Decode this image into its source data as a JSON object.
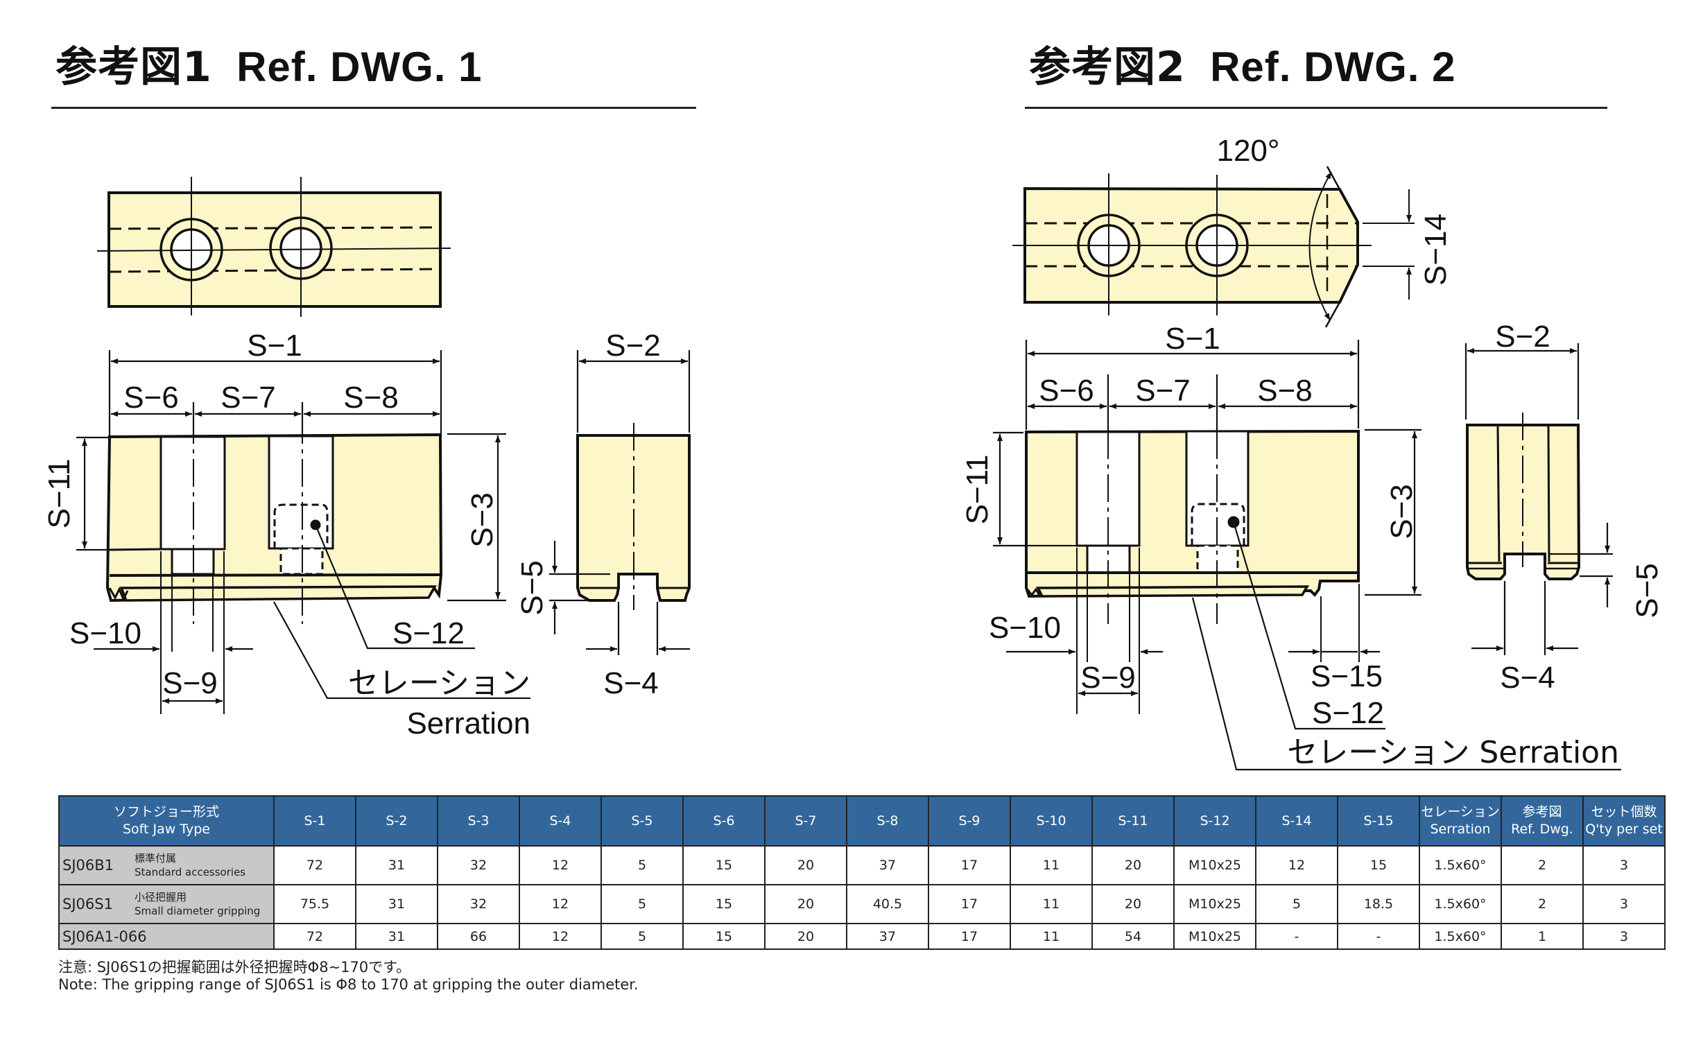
{
  "drawing1": {
    "title_ja": "参考図1",
    "title_en": "Ref. DWG. 1",
    "labels": {
      "s1": "S−1",
      "s2": "S−2",
      "s3": "S−3",
      "s4": "S−4",
      "s5": "S−5",
      "s6": "S−6",
      "s7": "S−7",
      "s8": "S−8",
      "s9": "S−9",
      "s10": "S−10",
      "s11": "S−11",
      "s12": "S−12",
      "serration_ja": "セレーション",
      "serration_en": "Serration"
    }
  },
  "drawing2": {
    "title_ja": "参考図2",
    "title_en": "Ref. DWG. 2",
    "labels": {
      "angle": "120°",
      "s1": "S−1",
      "s2": "S−2",
      "s3": "S−3",
      "s4": "S−4",
      "s5": "S−5",
      "s6": "S−6",
      "s7": "S−7",
      "s8": "S−8",
      "s9": "S−9",
      "s10": "S−10",
      "s11": "S−11",
      "s12": "S−12",
      "s14": "S−14",
      "s15": "S−15",
      "serration": "セレーション  Serration"
    }
  },
  "colors": {
    "part_fill": "#fdf6c9",
    "header_bg": "#33679c",
    "type_cell_bg": "#c8c8c8"
  },
  "table": {
    "header_type_ja": "ソフトジョー形式",
    "header_type_en": "Soft Jaw Type",
    "columns": [
      "S-1",
      "S-2",
      "S-3",
      "S-4",
      "S-5",
      "S-6",
      "S-7",
      "S-8",
      "S-9",
      "S-10",
      "S-11",
      "S-12",
      "S-14",
      "S-15"
    ],
    "serration_ja": "セレーション",
    "serration_en": "Serration",
    "refdwg_ja": "参考図",
    "refdwg_en": "Ref. Dwg.",
    "qty_ja": "セット個数",
    "qty_en": "Q'ty per set",
    "rows": [
      {
        "code": "SJ06B1",
        "desc_ja": "標準付属",
        "desc_en": "Standard accessories",
        "values": [
          "72",
          "31",
          "32",
          "12",
          "5",
          "15",
          "20",
          "37",
          "17",
          "11",
          "20",
          "M10x25",
          "12",
          "15",
          "1.5x60°",
          "2",
          "3"
        ]
      },
      {
        "code": "SJ06S1",
        "desc_ja": "小径把握用",
        "desc_en": "Small diameter gripping",
        "values": [
          "75.5",
          "31",
          "32",
          "12",
          "5",
          "15",
          "20",
          "40.5",
          "17",
          "11",
          "20",
          "M10x25",
          "5",
          "18.5",
          "1.5x60°",
          "2",
          "3"
        ]
      },
      {
        "code": "SJ06A1-066",
        "desc_ja": "",
        "desc_en": "",
        "values": [
          "72",
          "31",
          "66",
          "12",
          "5",
          "15",
          "20",
          "37",
          "17",
          "11",
          "54",
          "M10x25",
          "-",
          "-",
          "1.5x60°",
          "1",
          "3"
        ]
      }
    ]
  },
  "notes": {
    "ja": "注意: SJ06S1の把握範囲は外径把握時Φ8~170です。",
    "en": "Note: The gripping range of SJ06S1 is Φ8 to 170 at gripping the outer diameter."
  }
}
